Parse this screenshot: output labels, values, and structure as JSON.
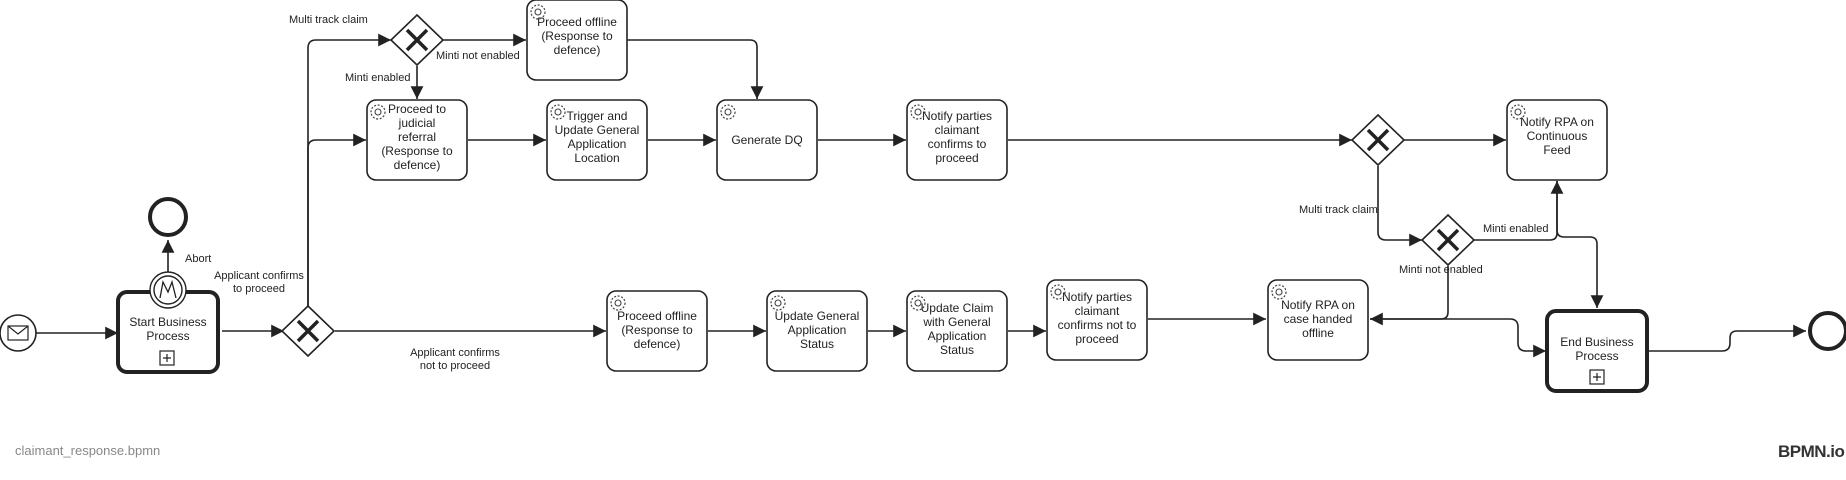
{
  "file_name": "claimant_response.bpmn",
  "logo_text": "BPMN.io",
  "tasks": {
    "start_business_process": "Start Business Process",
    "proceed_offline_top": "Proceed offline (Response to defence)",
    "proceed_judicial": "Proceed to judicial referral (Response to defence)",
    "trigger_update_location": "Trigger and Update General Application Location",
    "generate_dq": "Generate DQ",
    "notify_confirms_proceed": "Notify parties claimant confirms to proceed",
    "notify_rpa_continuous": "Notify RPA on Continuous Feed",
    "proceed_offline_bottom": "Proceed offline (Response to defence)",
    "update_ga_status": "Update General Application Status",
    "update_claim_ga_status": "Update Claim with General Application Status",
    "notify_confirms_not_proceed": "Notify parties claimant confirms not to proceed",
    "notify_rpa_offline": "Notify RPA on case handed offline",
    "end_business_process": "End Business Process"
  },
  "flow_labels": {
    "multi_track_1": "Multi track claim",
    "minti_not_enabled_1": "Minti not enabled",
    "minti_enabled_1": "Minti enabled",
    "abort": "Abort",
    "applicant_confirms": "Applicant confirms to proceed",
    "applicant_not_proceed": "Applicant confirms not to proceed",
    "multi_track_2": "Multi track claim",
    "minti_enabled_2": "Minti enabled",
    "minti_not_enabled_2": "Minti not enabled"
  },
  "colors": {
    "stroke": "#222222",
    "background": "#ffffff",
    "muted_text": "#888888"
  }
}
